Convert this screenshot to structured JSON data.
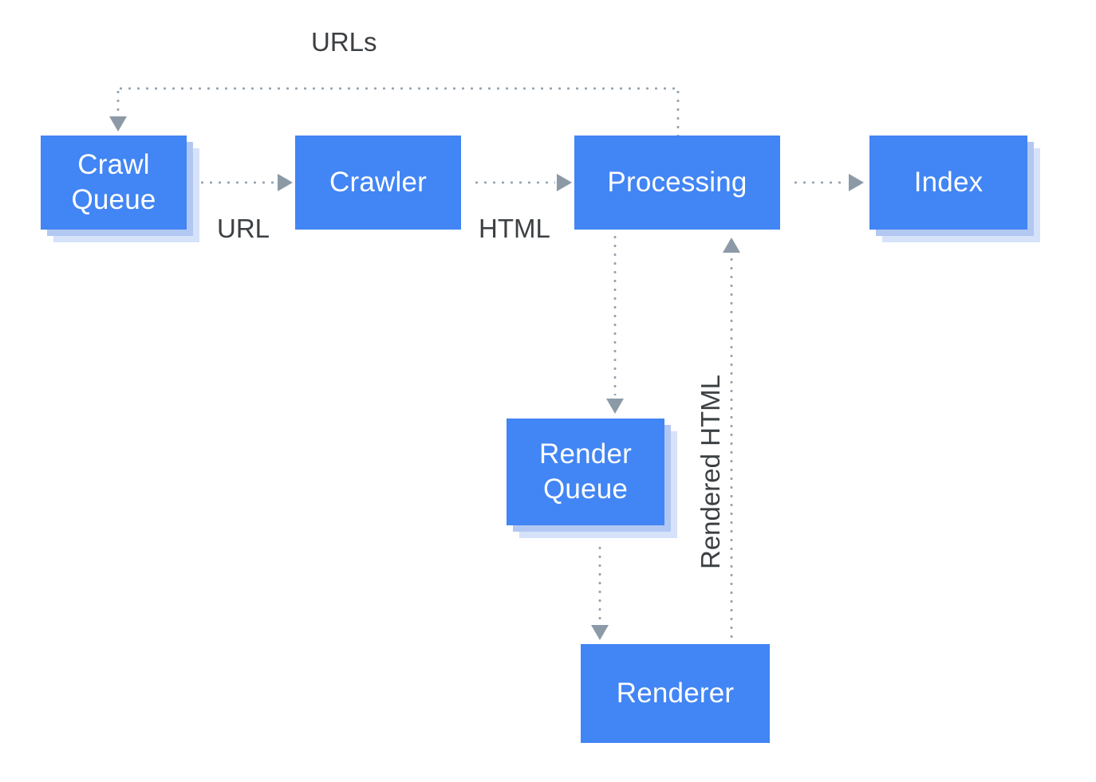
{
  "diagram": {
    "title_label": "URLs",
    "accent_color": "#4285f4",
    "line_color": "#95a5b3",
    "arrow_color": "#8b9aa6",
    "text_color": "#3c4043",
    "shadow_colors": [
      "#b2c8f2",
      "#d5e2fa"
    ],
    "nodes": [
      {
        "id": "crawl-queue",
        "label": "Crawl\nQueue",
        "stacked": true
      },
      {
        "id": "crawler",
        "label": "Crawler",
        "stacked": false
      },
      {
        "id": "processing",
        "label": "Processing",
        "stacked": false
      },
      {
        "id": "index",
        "label": "Index",
        "stacked": true
      },
      {
        "id": "render-queue",
        "label": "Render\nQueue",
        "stacked": true
      },
      {
        "id": "renderer",
        "label": "Renderer",
        "stacked": false
      }
    ],
    "edges": [
      {
        "id": "crawl-queue-to-crawler",
        "label": "URL",
        "from": "crawl-queue",
        "to": "crawler"
      },
      {
        "id": "crawler-to-processing",
        "label": "HTML",
        "from": "crawler",
        "to": "processing"
      },
      {
        "id": "processing-to-index",
        "label": "",
        "from": "processing",
        "to": "index"
      },
      {
        "id": "processing-to-crawl-queue",
        "label": "URLs",
        "from": "processing",
        "to": "crawl-queue"
      },
      {
        "id": "processing-to-render-queue",
        "label": "",
        "from": "processing",
        "to": "render-queue"
      },
      {
        "id": "render-queue-to-renderer",
        "label": "",
        "from": "render-queue",
        "to": "renderer"
      },
      {
        "id": "renderer-to-processing",
        "label": "Rendered HTML",
        "from": "renderer",
        "to": "processing"
      }
    ]
  }
}
